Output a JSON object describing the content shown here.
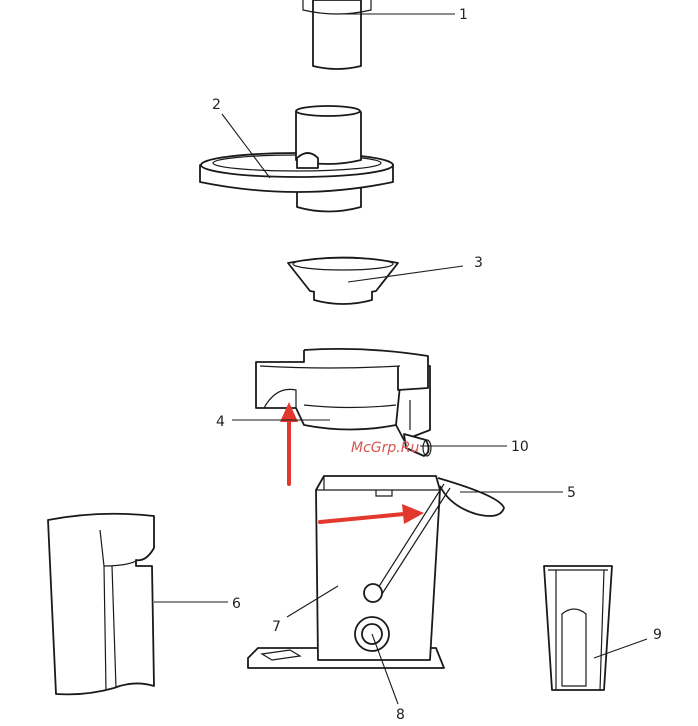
{
  "labels": [
    "1",
    "2",
    "3",
    "4",
    "5",
    "6",
    "7",
    "8",
    "9",
    "10"
  ],
  "watermark": "McGrp.Ru",
  "colors": {
    "line": "#1a1a1a",
    "arrow": "#e2382d",
    "watermark": "#d9534f"
  }
}
